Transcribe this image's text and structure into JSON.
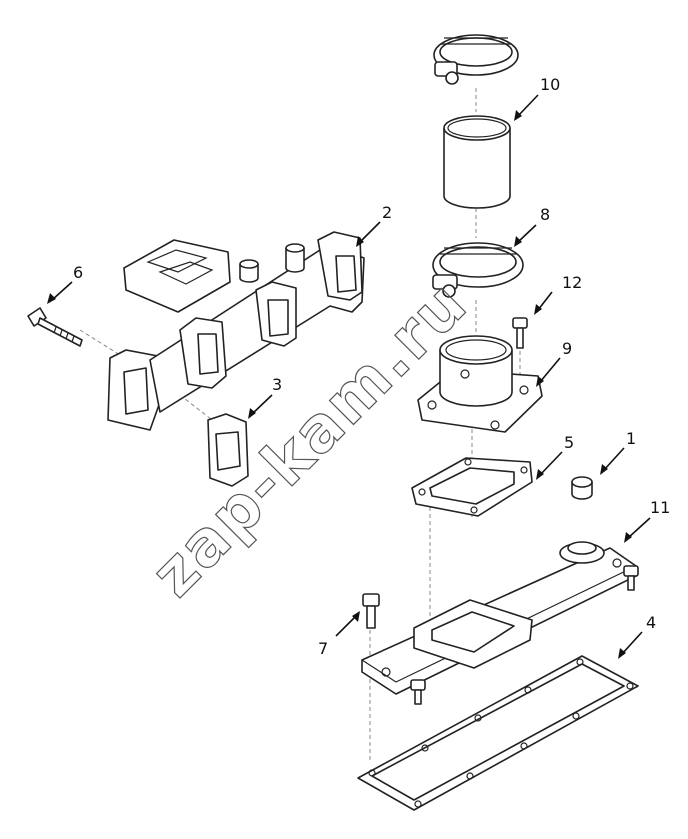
{
  "diagram": {
    "callouts": [
      {
        "id": "1",
        "label": "1"
      },
      {
        "id": "2",
        "label": "2"
      },
      {
        "id": "3",
        "label": "3"
      },
      {
        "id": "4",
        "label": "4"
      },
      {
        "id": "5",
        "label": "5"
      },
      {
        "id": "6",
        "label": "6"
      },
      {
        "id": "7",
        "label": "7"
      },
      {
        "id": "8",
        "label": "8"
      },
      {
        "id": "9",
        "label": "9"
      },
      {
        "id": "10",
        "label": "10"
      },
      {
        "id": "11",
        "label": "11"
      },
      {
        "id": "12",
        "label": "12"
      }
    ],
    "watermark": "zap-kam.ru",
    "colors": {
      "line": "#222222",
      "background": "#ffffff"
    }
  }
}
